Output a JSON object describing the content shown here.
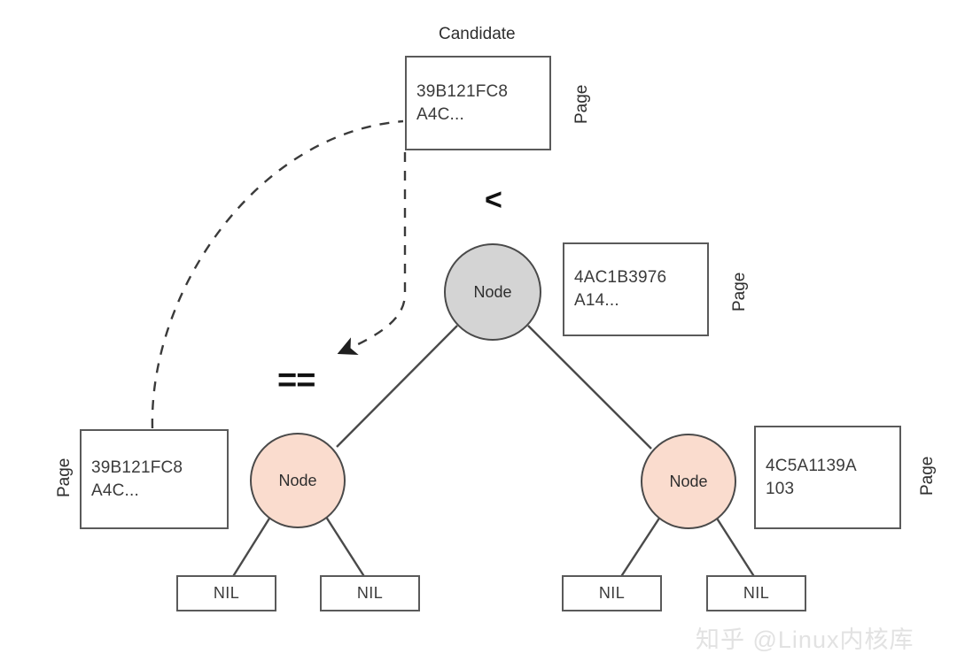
{
  "diagram": {
    "title_label": "Candidate",
    "candidate": {
      "line1": "39B121FC8",
      "line2": "A4C...",
      "side_label": "Page"
    },
    "root": {
      "node_label": "Node",
      "page": {
        "line1": "4AC1B3976",
        "line2": "A14...",
        "side_label": "Page"
      },
      "comparison": "<",
      "fill": "#d4d4d4"
    },
    "left_child": {
      "node_label": "Node",
      "page": {
        "line1": "39B121FC8",
        "line2": "A4C...",
        "side_label": "Page"
      },
      "comparison": "==",
      "fill": "#fadcce"
    },
    "right_child": {
      "node_label": "Node",
      "page": {
        "line1": "4C5A1139A",
        "line2": "103",
        "side_label": "Page"
      },
      "fill": "#fadcce"
    },
    "leaves": [
      {
        "label": "NIL"
      },
      {
        "label": "NIL"
      },
      {
        "label": "NIL"
      },
      {
        "label": "NIL"
      }
    ],
    "colors": {
      "stroke": "#5a5a5a",
      "node_stroke": "#4a4a4a",
      "gray_node": "#d4d4d4",
      "pink_node": "#fadcce",
      "text": "#2e2e2e",
      "watermark": "#e2e2e2"
    }
  },
  "watermark": {
    "text": "知乎 @Linux内核库"
  }
}
